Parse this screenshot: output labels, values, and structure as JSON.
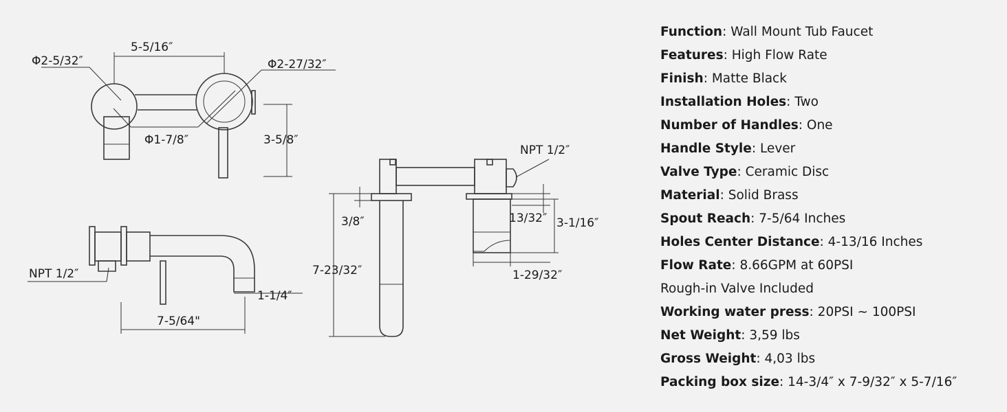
{
  "dimensions": {
    "front_spout_diameter": "Φ2-5/32″",
    "front_center_distance": "5-5/16″",
    "front_plate_diameter": "Φ2-27/32″",
    "front_handle_diameter": "Φ1-7/8″",
    "front_height": "3-5/8″",
    "side_npt": "NPT 1/2″",
    "side_outlet": "1-1/4″",
    "side_reach": "7-5/64\"",
    "valve_npt": "NPT 1/2″",
    "valve_plate_thickness": "3/8″",
    "valve_total_length": "7-23/32″",
    "valve_body_offset": "13/32″",
    "valve_body_height": "3-1/16″",
    "valve_body_width": "1-29/32″"
  },
  "specs": [
    {
      "label": "Function",
      "sep": ": ",
      "value": "Wall Mount Tub Faucet"
    },
    {
      "label": "Features",
      "sep": ": ",
      "value": "High Flow Rate"
    },
    {
      "label": "Finish",
      "sep": ": ",
      "value": "Matte Black"
    },
    {
      "label": "Installation Holes",
      "sep": ": ",
      "value": "Two"
    },
    {
      "label": "Number of Handles",
      "sep": ": ",
      "value": "One"
    },
    {
      "label": "Handle Style",
      "sep": ": ",
      "value": "Lever"
    },
    {
      "label": "Valve Type",
      "sep": ": ",
      "value": "Ceramic Disc"
    },
    {
      "label": "Material",
      "sep": ": ",
      "value": "Solid Brass"
    },
    {
      "label": "Spout Reach",
      "sep": ": ",
      "value": "7-5/64 Inches"
    },
    {
      "label": "Holes Center Distance",
      "sep": ": ",
      "value": "4-13/16 Inches"
    },
    {
      "label": "Flow Rate",
      "sep": ": ",
      "value": "8.66GPM at 60PSI"
    },
    {
      "label": "",
      "sep": "",
      "value": "Rough-in Valve Included"
    },
    {
      "label": "Working water press",
      "sep": ": ",
      "value": "20PSI ~ 100PSI"
    },
    {
      "label": "Net Weight",
      "sep": ": ",
      "value": "3,59 lbs"
    },
    {
      "label": "Gross Weight",
      "sep": ": ",
      "value": "4,03 lbs"
    },
    {
      "label": "Packing box size",
      "sep": ": ",
      "value": "14-3/4″   x 7-9/32″   x 5-7/16″"
    }
  ]
}
